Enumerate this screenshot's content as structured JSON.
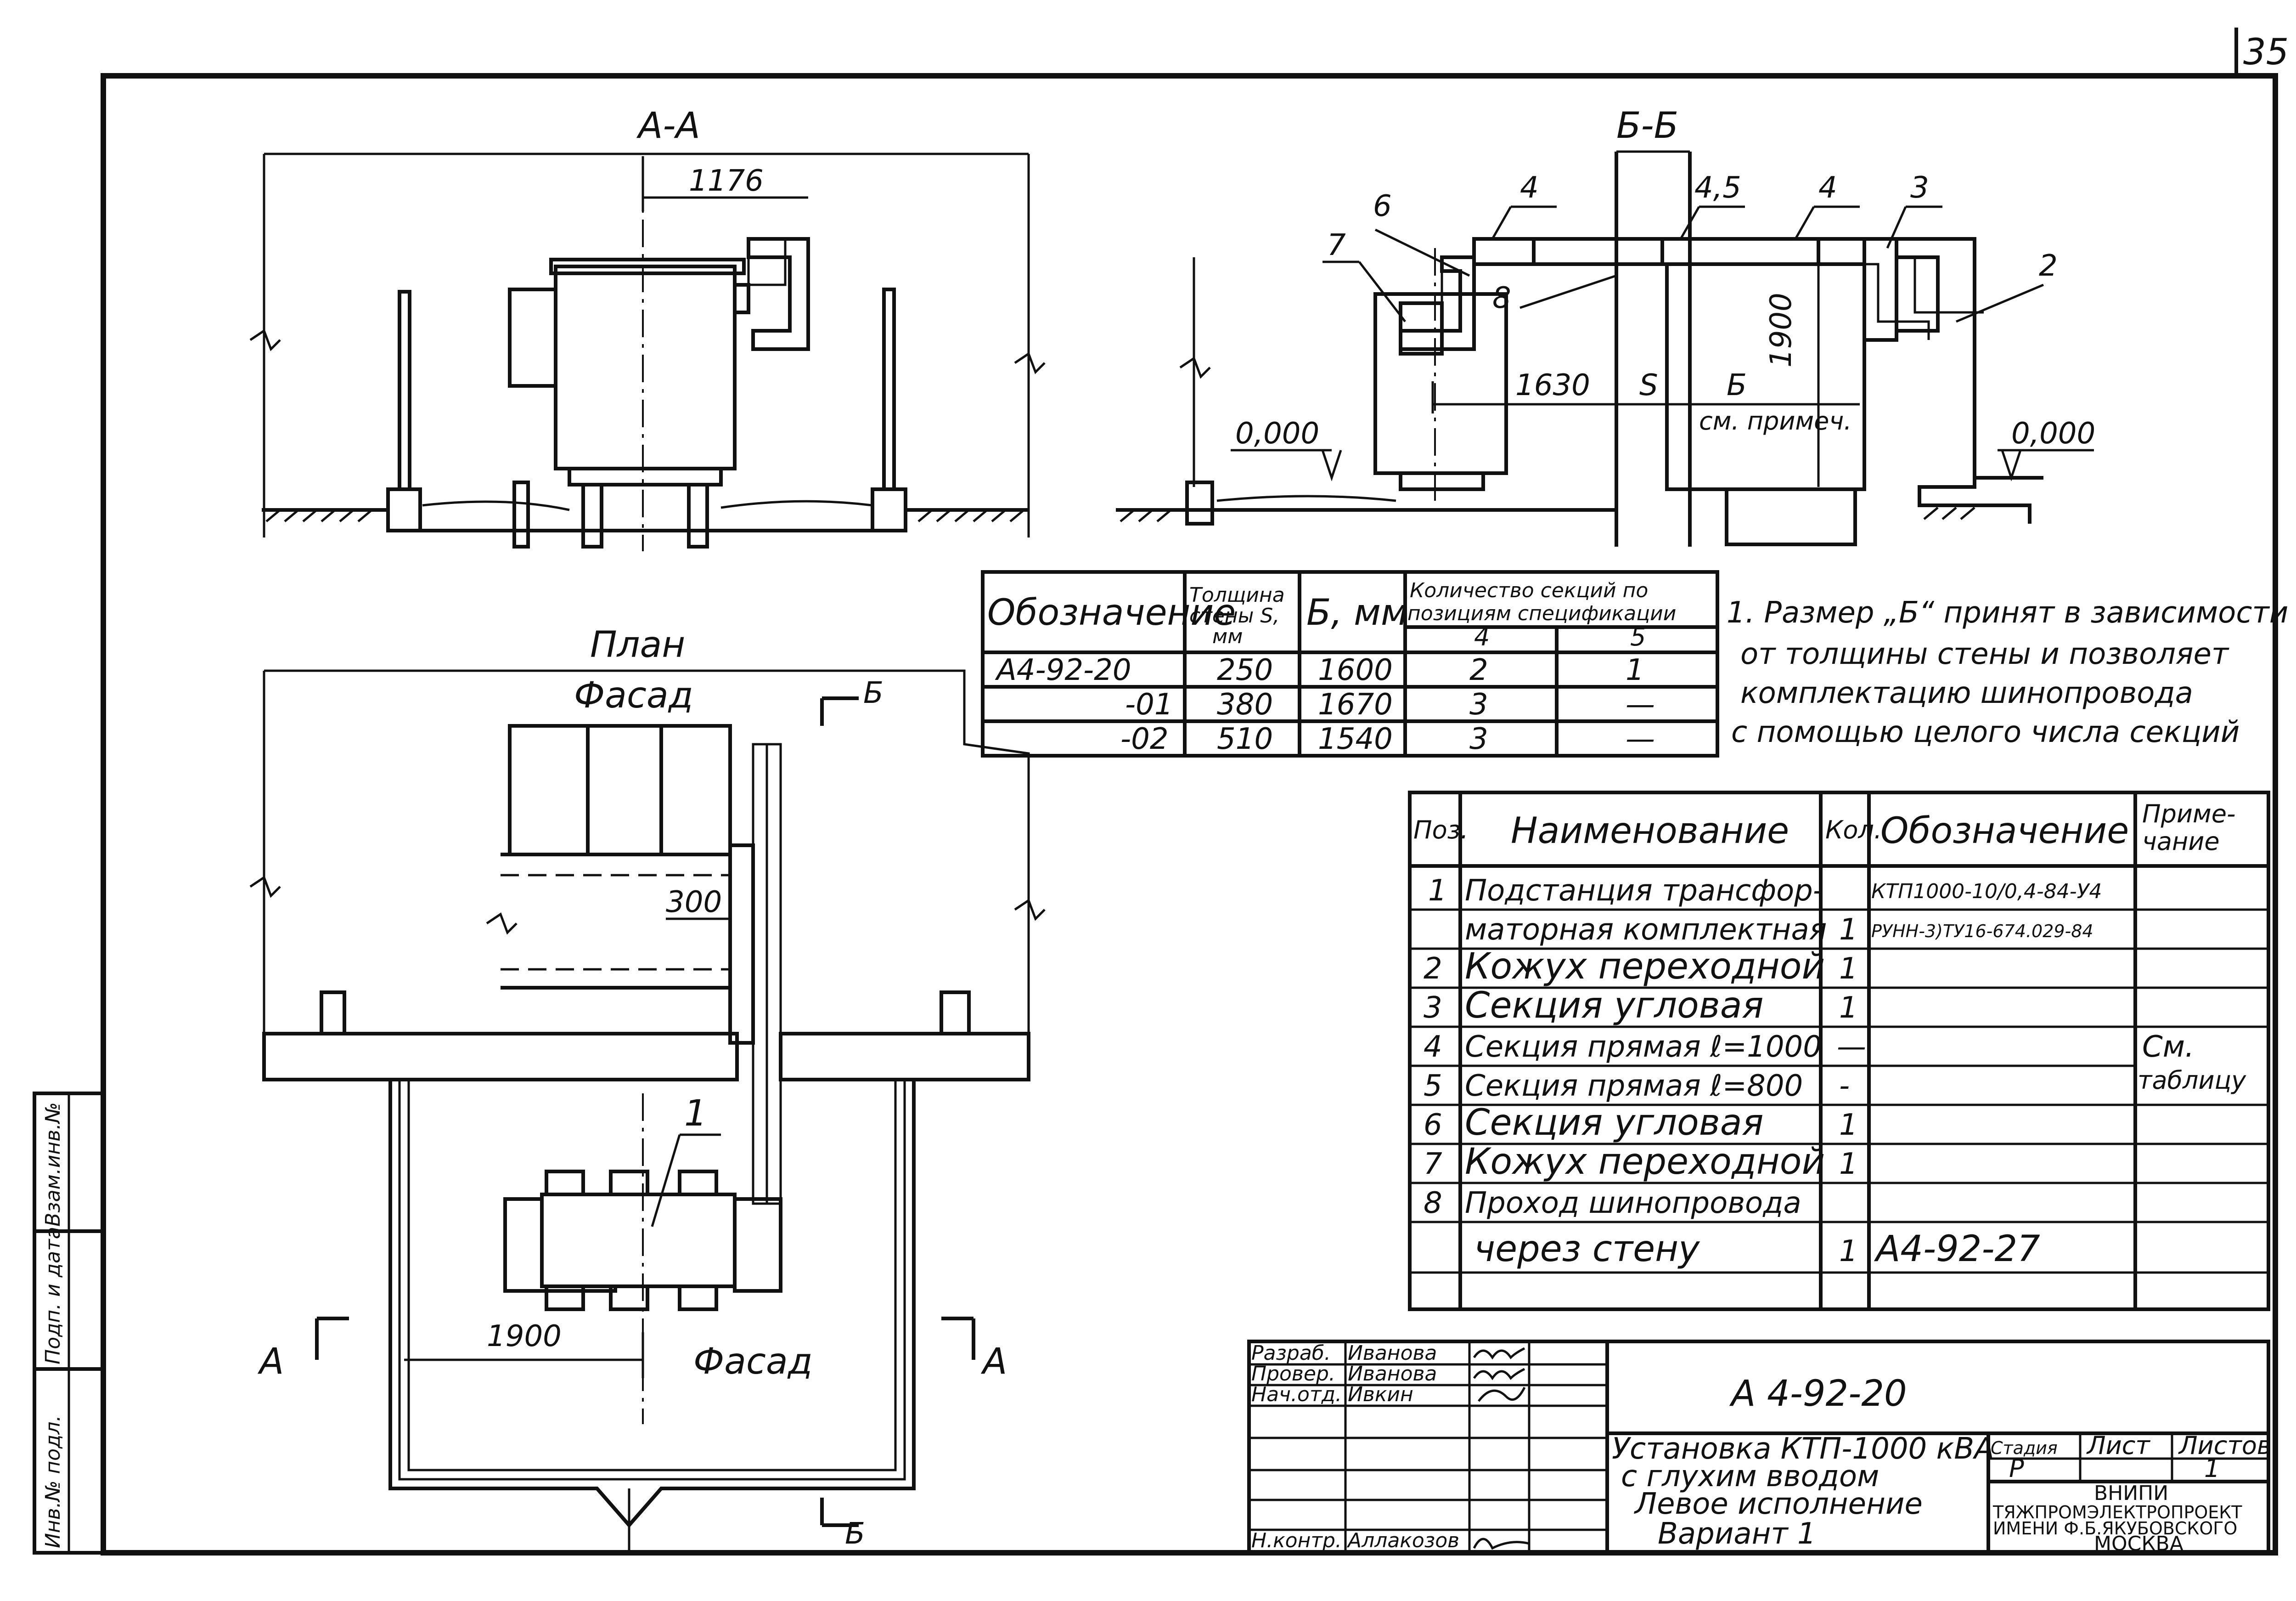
{
  "sheet": {
    "page_number": "35"
  },
  "views": {
    "section_aa": {
      "title": "А-А",
      "dim_1176": "1176"
    },
    "section_bb": {
      "title": "Б-Б",
      "callouts": [
        "6",
        "4",
        "4,5",
        "4",
        "3",
        "7",
        "8",
        "2"
      ],
      "dim_1630": "1630",
      "dim_s": "S",
      "dim_b": "Б",
      "dim_b_note": "см. примеч.",
      "dim_1900": "1900",
      "level_left": "0,000",
      "level_right": "0,000"
    },
    "plan": {
      "title": "План",
      "facade_top": "Фасад",
      "facade_bottom": "Фасад",
      "section_b_top": "Б",
      "section_b_bottom": "Б",
      "section_a_left": "А",
      "section_a_right": "А",
      "dim_300": "300",
      "dim_1900": "1900",
      "callout_1": "1"
    }
  },
  "variants_table": {
    "headers": {
      "designation": "Обозначение",
      "wall": "Толщина стены S, мм",
      "b": "Б, мм",
      "qty_group": "Количество секций по позициям спецификации",
      "col4": "4",
      "col5": "5"
    },
    "rows": [
      {
        "designation": "А4-92-20",
        "wall": "250",
        "b": "1600",
        "q4": "2",
        "q5": "1"
      },
      {
        "designation": "-01",
        "wall": "380",
        "b": "1670",
        "q4": "3",
        "q5": "—"
      },
      {
        "designation": "-02",
        "wall": "510",
        "b": "1540",
        "q4": "3",
        "q5": "—"
      }
    ]
  },
  "note": {
    "lines": [
      "1. Размер „Б“ принят в зависимости",
      "от толщины стены и позволяет",
      "комплектацию шинопровода",
      "с помощью целого числа секций"
    ]
  },
  "spec_table": {
    "headers": {
      "pos": "Поз.",
      "name": "Наименование",
      "qty": "Кол.",
      "designation": "Обозначение",
      "note": "Приме-чание"
    },
    "rows": [
      {
        "pos": "1",
        "name": "Подстанция трансфор-",
        "qty": "",
        "designation": "КТП1000-10/0,4-84-У4",
        "note": ""
      },
      {
        "pos": "",
        "name": "маторная комплектная",
        "qty": "1",
        "designation": "РУНН-3)ТУ16-674.029-84",
        "note": ""
      },
      {
        "pos": "2",
        "name": "Кожух переходной",
        "qty": "1",
        "designation": "",
        "note": ""
      },
      {
        "pos": "3",
        "name": "Секция угловая",
        "qty": "1",
        "designation": "",
        "note": ""
      },
      {
        "pos": "4",
        "name": "Секция прямая ℓ=1000",
        "qty": "—",
        "designation": "",
        "note": "См."
      },
      {
        "pos": "5",
        "name": "Секция прямая ℓ=800",
        "qty": "-",
        "designation": "",
        "note": "таблицу"
      },
      {
        "pos": "6",
        "name": "Секция угловая",
        "qty": "1",
        "designation": "",
        "note": ""
      },
      {
        "pos": "7",
        "name": "Кожух переходной",
        "qty": "1",
        "designation": "",
        "note": ""
      },
      {
        "pos": "8",
        "name": "Проход шинопровода",
        "qty": "",
        "designation": "",
        "note": ""
      },
      {
        "pos": "",
        "name": "через стену",
        "qty": "1",
        "designation": "А4-92-27",
        "note": ""
      }
    ]
  },
  "title_block": {
    "code": "А 4-92-20",
    "description_lines": [
      "Установка КТП-1000 кВА",
      "с глухим вводом",
      "Левое исполнение",
      "Вариант 1"
    ],
    "roles": [
      {
        "role": "Разраб.",
        "name": "Иванова"
      },
      {
        "role": "Провер.",
        "name": "Иванова"
      },
      {
        "role": "Нач.отд.",
        "name": "Ивкин"
      },
      {
        "role": "Н.контр.",
        "name": "Аллакозов"
      }
    ],
    "stage_label": "Стадия",
    "stage_value": "Р",
    "sheet_label": "Лист",
    "sheet_value": "",
    "sheets_label": "Листов",
    "sheets_value": "1",
    "org_lines": [
      "ВНИПИ",
      "ТЯЖПРОМЭЛЕКТРОПРОЕКТ",
      "ИМЕНИ Ф.Б.ЯКУБОВСКОГО",
      "МОСКВА"
    ]
  },
  "side_stamp": {
    "labels": [
      "Инв.№ подл.",
      "Подп. и дата",
      "Взам.инв.№"
    ]
  }
}
